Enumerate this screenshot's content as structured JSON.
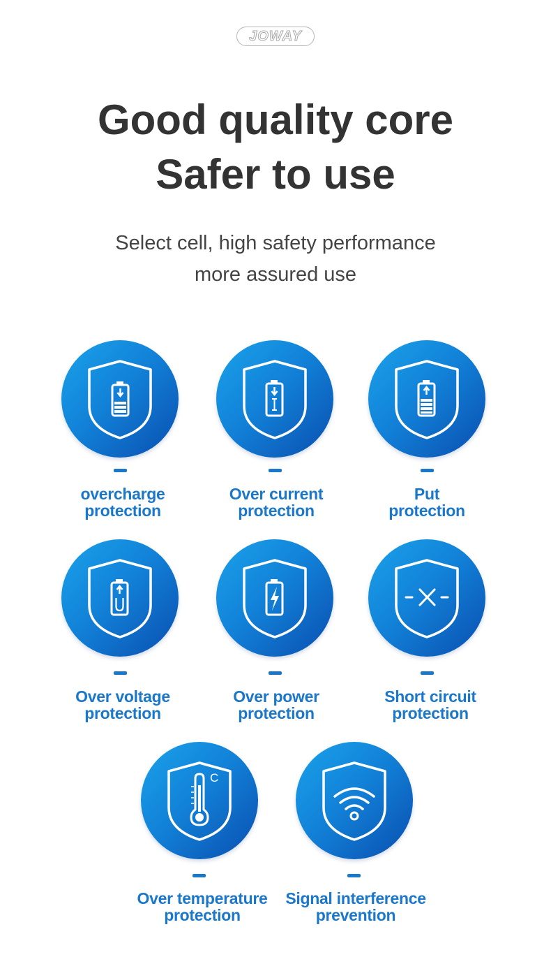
{
  "brand": {
    "logo_text": "JOWAY"
  },
  "heading": {
    "line1": "Good quality core",
    "line2": "Safer to use"
  },
  "subheading": {
    "line1": "Select cell, high safety performance",
    "line2": "more assured use"
  },
  "colors": {
    "accent": "#1b77c9",
    "circle_light": "#1aa2ea",
    "circle_dark": "#0a4fb0",
    "title": "#333333"
  },
  "features": [
    {
      "icon": "shield-battery-charge-icon",
      "line1": "overcharge",
      "line2": "protection"
    },
    {
      "icon": "shield-battery-current-icon",
      "line1": "Over current",
      "line2": "protection"
    },
    {
      "icon": "shield-battery-full-icon",
      "line1": "Put",
      "line2": "protection"
    },
    {
      "icon": "shield-battery-voltage-icon",
      "line1": "Over voltage",
      "line2": "protection"
    },
    {
      "icon": "shield-battery-power-icon",
      "line1": "Over power",
      "line2": "protection"
    },
    {
      "icon": "shield-short-circuit-icon",
      "line1": "Short circuit",
      "line2": "protection"
    },
    {
      "icon": "shield-thermometer-icon",
      "line1": "Over temperature",
      "line2": "protection",
      "unit": "C"
    },
    {
      "icon": "shield-wifi-icon",
      "line1": "Signal interference",
      "line2": "prevention"
    }
  ]
}
